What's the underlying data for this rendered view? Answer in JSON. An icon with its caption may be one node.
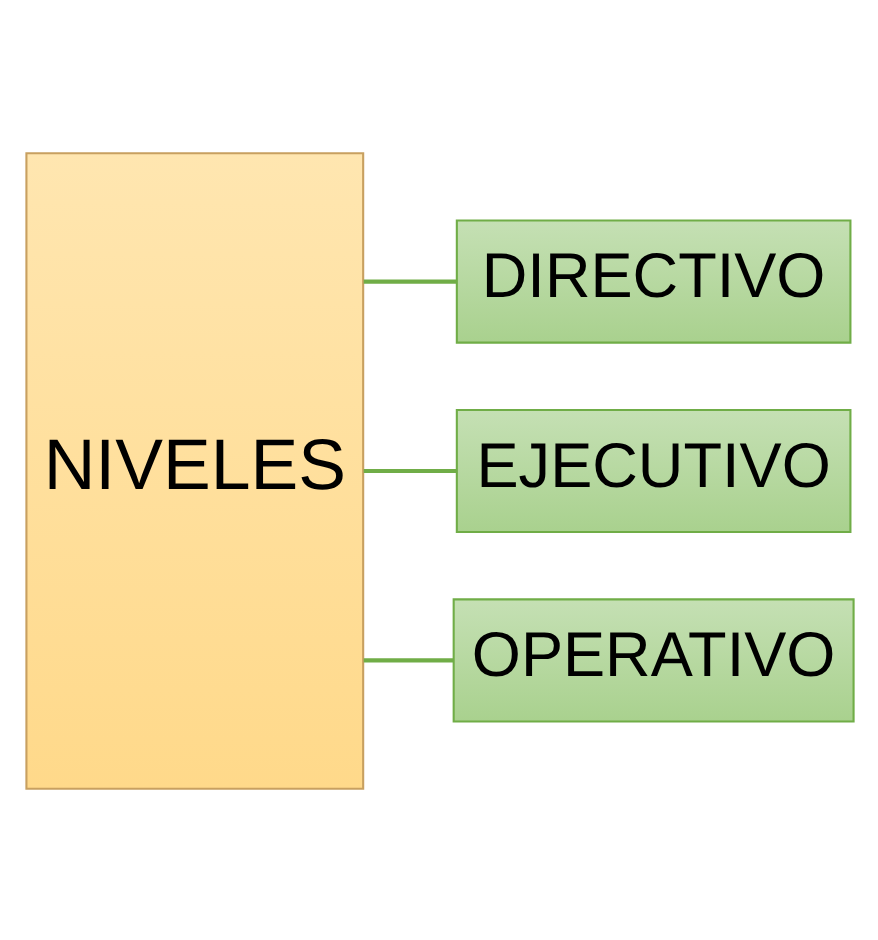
{
  "diagram": {
    "nodes": [
      {
        "text": [
          "NIVELES"
        ]
      },
      {
        "text": [
          "DIRECTIVO"
        ]
      },
      {
        "text": [
          "EJECUTIVO"
        ]
      },
      {
        "text": [
          "OPERATIVO"
        ]
      }
    ],
    "edges": [
      {
        "from": 0,
        "to": 1,
        "arrow": "none"
      },
      {
        "from": 0,
        "to": 2,
        "arrow": "none"
      },
      {
        "from": 0,
        "to": 3,
        "arrow": "none"
      }
    ]
  }
}
